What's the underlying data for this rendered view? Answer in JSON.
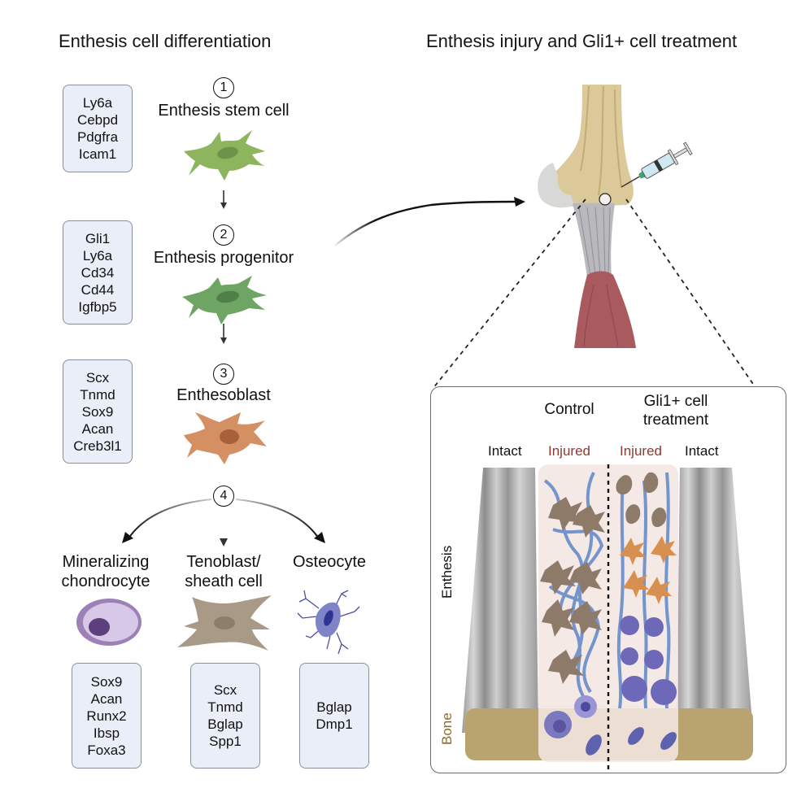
{
  "left": {
    "title": "Enthesis cell differentiation",
    "stages": [
      {
        "num": "1",
        "label": "Enthesis stem cell",
        "markers": [
          "Ly6a",
          "Cebpd",
          "Pdgfra",
          "Icam1"
        ],
        "cell_color": "#8db55e"
      },
      {
        "num": "2",
        "label": "Enthesis progenitor",
        "markers": [
          "Gli1",
          "Ly6a",
          "Cd34",
          "Cd44",
          "Igfbp5"
        ],
        "cell_color": "#6ea564"
      },
      {
        "num": "3",
        "label": "Enthesoblast",
        "markers": [
          "Scx",
          "Tnmd",
          "Sox9",
          "Acan",
          "Creb3l1"
        ],
        "cell_color": "#d48f62"
      }
    ],
    "branch_num": "4",
    "fates": [
      {
        "label_line1": "Mineralizing",
        "label_line2": "chondrocyte",
        "markers": [
          "Sox9",
          "Acan",
          "Runx2",
          "Ibsp",
          "Foxa3"
        ]
      },
      {
        "label_line1": "Tenoblast/",
        "label_line2": "sheath cell",
        "markers": [
          "Scx",
          "Tnmd",
          "Bglap",
          "Spp1"
        ]
      },
      {
        "label_line1": "Osteocyte",
        "label_line2": "",
        "markers": [
          "Bglap",
          "Dmp1"
        ]
      }
    ]
  },
  "right": {
    "title": "Enthesis injury and Gli1+ cell treatment",
    "panel": {
      "control_label": "Control",
      "treatment_line1": "Gli1+ cell",
      "treatment_line2": "treatment",
      "col_labels": [
        "Intact",
        "Injured",
        "Injured",
        "Intact"
      ],
      "enthesis_label": "Enthesis",
      "bone_label": "Bone"
    }
  },
  "colors": {
    "marker_box_bg": "#eaeef8",
    "injured_text": "#8b3a32",
    "bone_text": "#8a6a2a",
    "bone_band": "#b9a36f",
    "muscle": "#a85a5e",
    "tendon": "#b9b9bd",
    "femur": "#dcc99a"
  }
}
